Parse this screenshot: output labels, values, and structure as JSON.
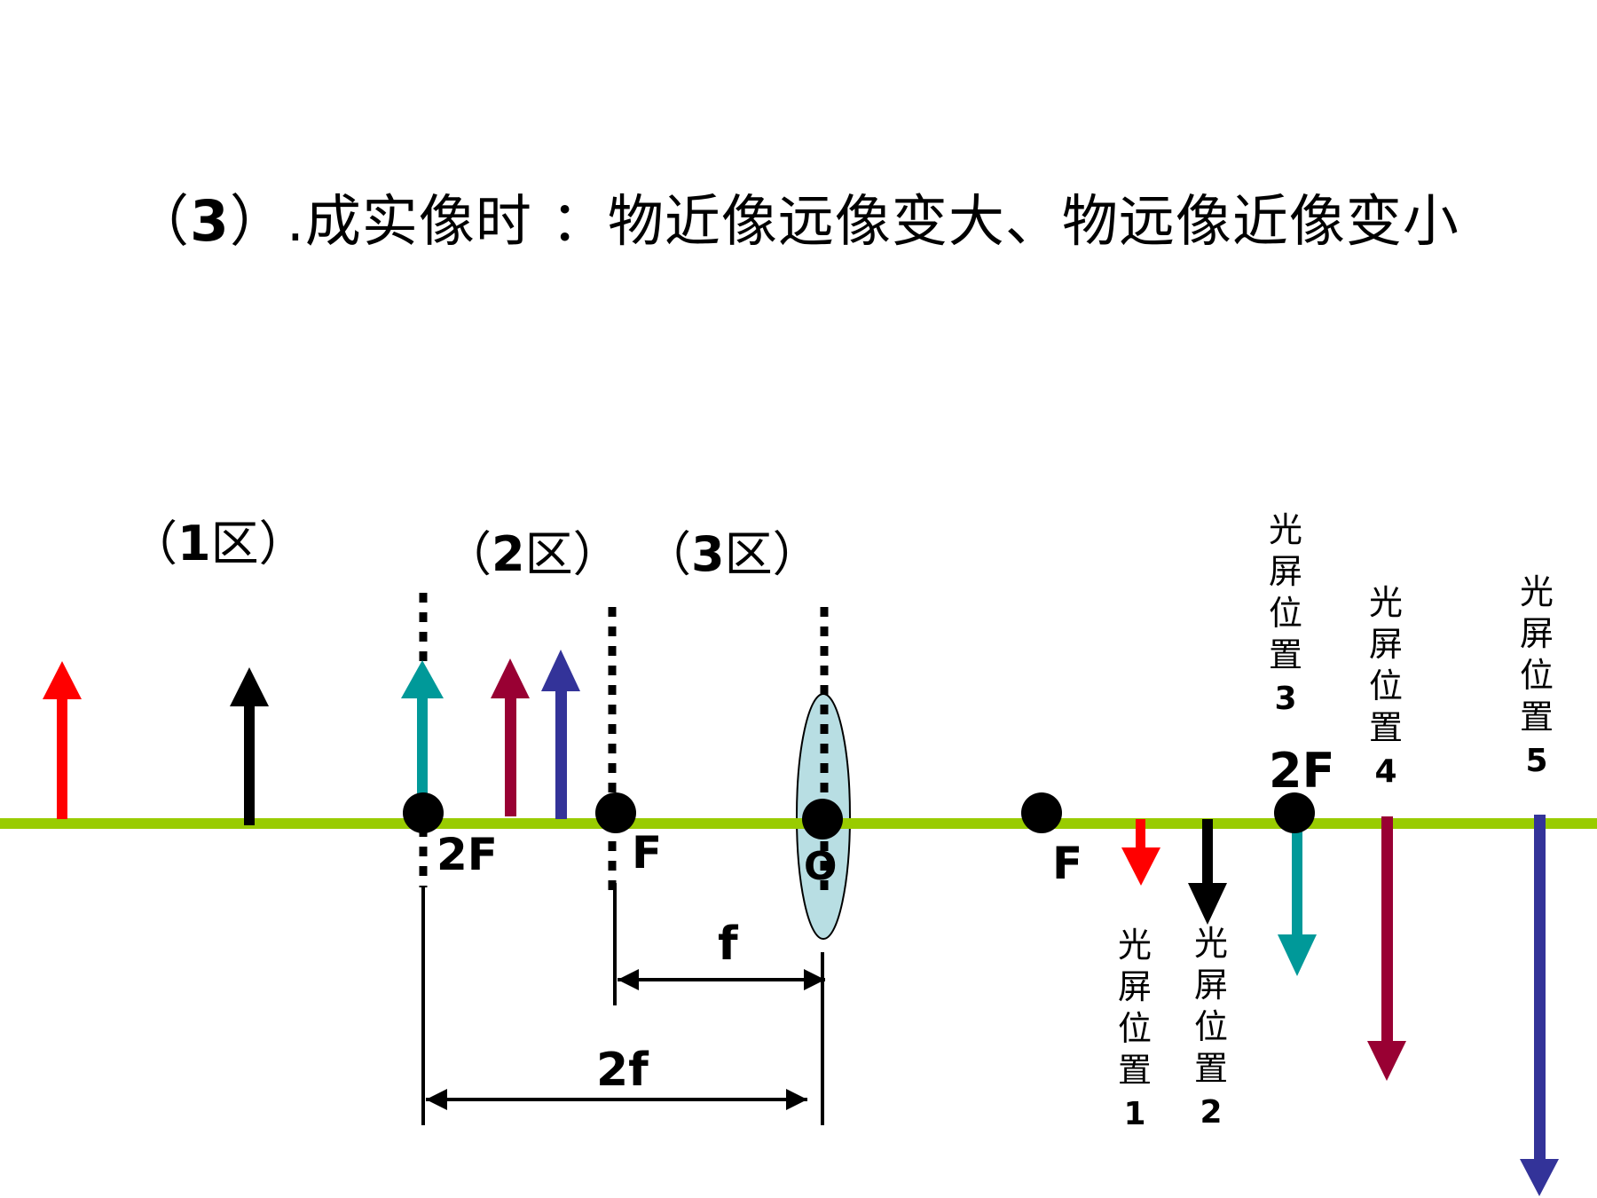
{
  "title": {
    "prefix": "（",
    "number": "3",
    "text": "）.成实像时 ：物近像远像变大、物远像近像变小"
  },
  "zones": [
    {
      "open": "（",
      "num": "1",
      "close": "区）"
    },
    {
      "open": "（",
      "num": "2",
      "close": "区）"
    },
    {
      "open": "（",
      "num": "3",
      "close": "区）"
    }
  ],
  "labels": {
    "two_f_left": "2F",
    "f_left": "F",
    "optical_center": "O",
    "f_right": "F",
    "two_f_right": "2F",
    "focal_length": "f",
    "double_focal_length": "2f"
  },
  "screen_positions": [
    {
      "chars": [
        "光",
        "屏",
        "位",
        "置"
      ],
      "num": "1"
    },
    {
      "chars": [
        "光",
        "屏",
        "位",
        "置"
      ],
      "num": "2"
    },
    {
      "chars": [
        "光",
        "屏",
        "位",
        "置"
      ],
      "num": "3"
    },
    {
      "chars": [
        "光",
        "屏",
        "位",
        "置"
      ],
      "num": "4"
    },
    {
      "chars": [
        "光",
        "屏",
        "位",
        "置"
      ],
      "num": "5"
    }
  ],
  "colors": {
    "axis": "#99CC00",
    "lens": "#B8DEE3",
    "red": "#FF0000",
    "black": "#000000",
    "teal": "#009999",
    "maroon": "#990033",
    "navy": "#333399"
  },
  "objects": [
    {
      "color": "red",
      "zone": "1区",
      "screen": "1"
    },
    {
      "color": "black",
      "zone": "1区",
      "screen": "2"
    },
    {
      "color": "teal",
      "zone": "2F",
      "screen": "3"
    },
    {
      "color": "maroon",
      "zone": "2区",
      "screen": "4"
    },
    {
      "color": "navy",
      "zone": "2区",
      "screen": "5"
    }
  ]
}
